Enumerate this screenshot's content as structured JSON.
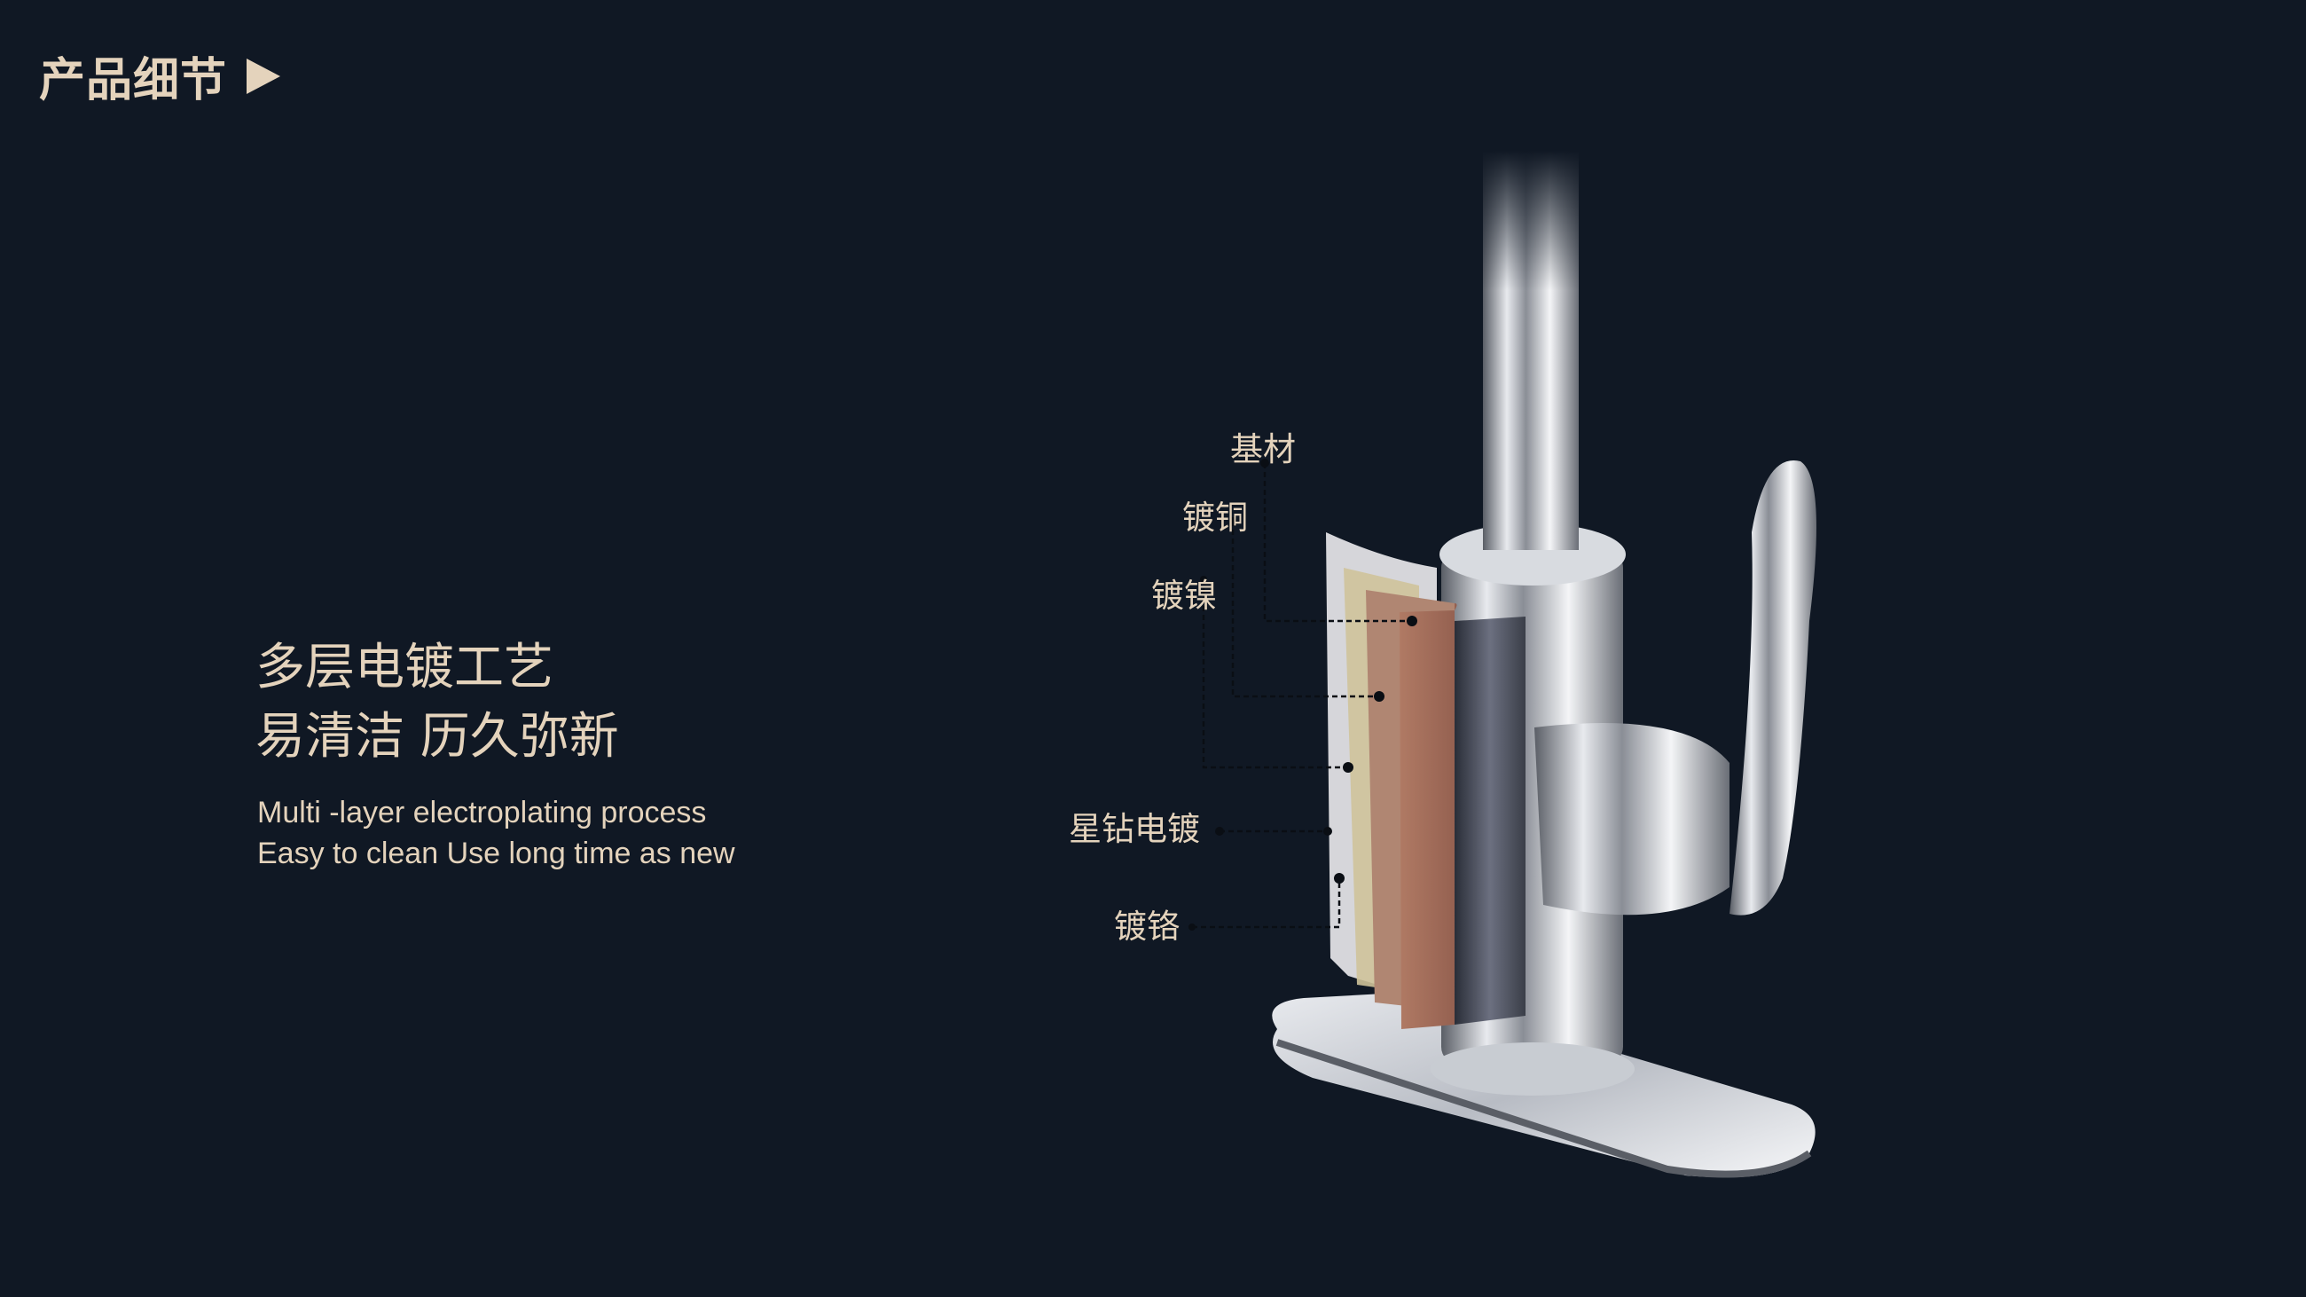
{
  "section_title": "产品细节",
  "headline": [
    "多层电镀工艺",
    "易清洁 历久弥新"
  ],
  "subtitle": [
    "Multi -layer electroplating process",
    "Easy to clean  Use long time as new"
  ],
  "layers": {
    "base": "基材",
    "copper": "镀铜",
    "nickel": "镀镍",
    "star_diamond": "星钻电镀",
    "chrome": "镀铬"
  },
  "colors": {
    "background": "#101824",
    "text": "#e4d3bc",
    "copper": "#a8705c"
  }
}
